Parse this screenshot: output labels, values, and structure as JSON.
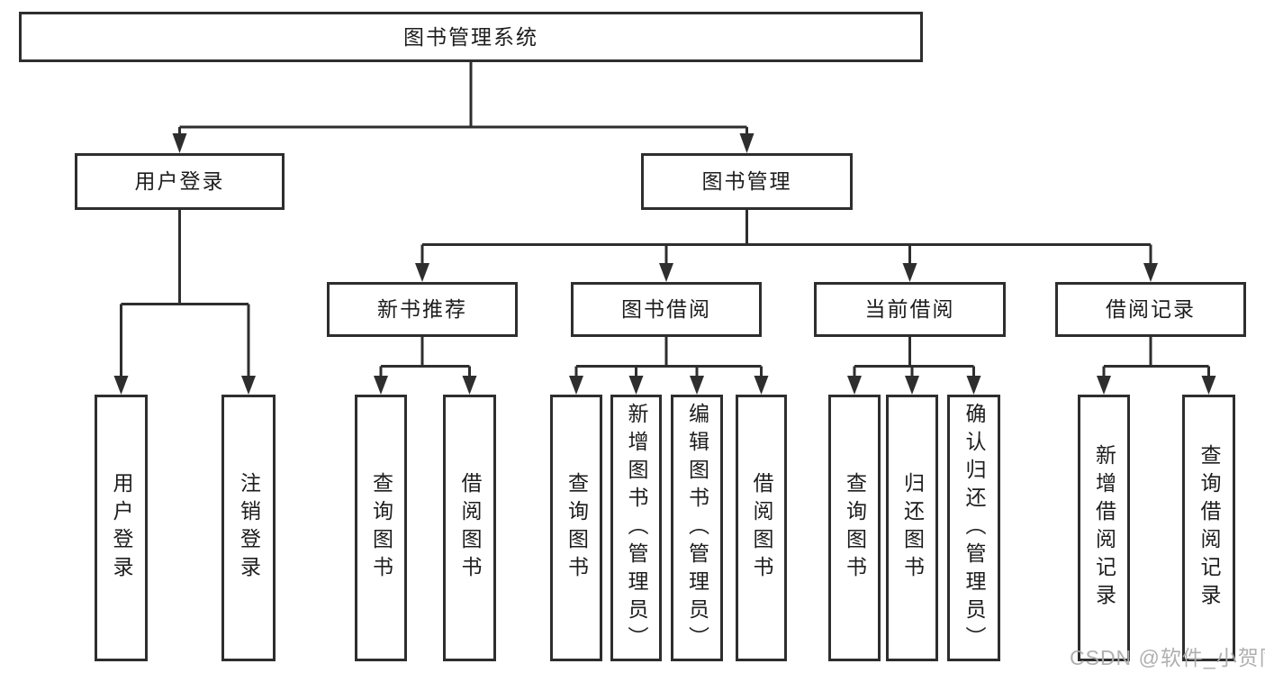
{
  "diagram": {
    "root": {
      "label": "图书管理系统"
    },
    "level2": [
      {
        "label": "用户登录"
      },
      {
        "label": "图书管理"
      }
    ],
    "level3": [
      {
        "label": "新书推荐"
      },
      {
        "label": "图书借阅"
      },
      {
        "label": "当前借阅"
      },
      {
        "label": "借阅记录"
      }
    ],
    "leaves": [
      {
        "label": "用户登录"
      },
      {
        "label": "注销登录"
      },
      {
        "label": "查询图书"
      },
      {
        "label": "借阅图书"
      },
      {
        "label": "查询图书"
      },
      {
        "label": "新增图书（管理员）"
      },
      {
        "label": "编辑图书（管理员）"
      },
      {
        "label": "借阅图书"
      },
      {
        "label": "查询图书"
      },
      {
        "label": "归还图书"
      },
      {
        "label": "确认归还（管理员）"
      },
      {
        "label": "新增借阅记录"
      },
      {
        "label": "查询借阅记录"
      }
    ]
  },
  "watermark": {
    "text": "CSDN @软件_小贺同学"
  },
  "colors": {
    "line": "#2e2e2e",
    "text": "#1d1d1d",
    "background": "#ffffff",
    "watermark": "#acacac"
  }
}
